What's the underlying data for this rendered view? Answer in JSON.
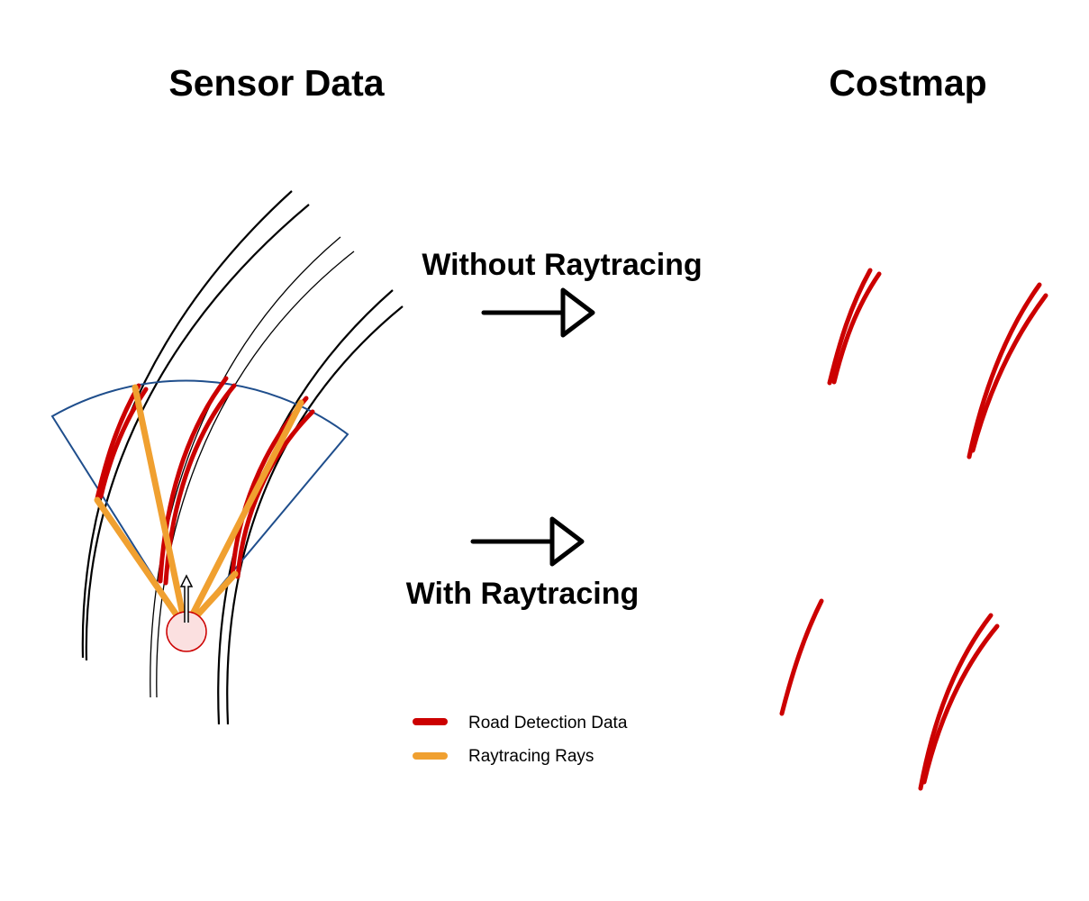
{
  "titles": {
    "sensor_data": "Sensor Data",
    "costmap": "Costmap"
  },
  "arrows": {
    "without_raytracing": "Without Raytracing",
    "with_raytracing": "With Raytracing"
  },
  "legend": {
    "road_detection": "Road Detection Data",
    "raytracing_rays": "Raytracing Rays"
  },
  "colors": {
    "road_detection": "#cc0000",
    "raytracing_rays": "#f0a030",
    "sensor_fov": "#1f4e8c",
    "road_edges": "#000000",
    "vehicle_fill": "#fbe0e0",
    "vehicle_stroke": "#cc0000"
  }
}
